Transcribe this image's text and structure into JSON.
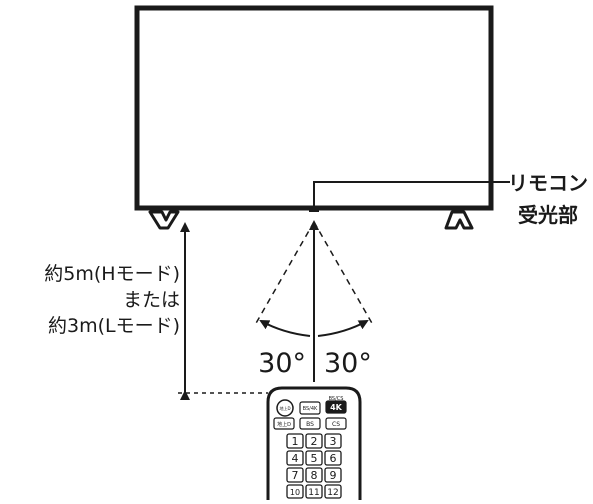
{
  "labels": {
    "sensor_line1": "リモコン",
    "sensor_line2": "受光部",
    "distance_line1": "約5m(Hモード)",
    "distance_line2": "または",
    "distance_line3": "約3m(Lモード)",
    "angle_left": "30°",
    "angle_right": "30°"
  },
  "remote": {
    "row1": [
      "地上D",
      "BS/4K",
      "4K"
    ],
    "row1_top_label": "BS/CS",
    "row2": [
      "地上D",
      "BS",
      "CS"
    ],
    "numbers": [
      "1",
      "2",
      "3",
      "4",
      "5",
      "6",
      "7",
      "8",
      "9",
      "10",
      "11",
      "12"
    ]
  },
  "colors": {
    "ink": "#1a1a1a",
    "background": "#ffffff"
  }
}
